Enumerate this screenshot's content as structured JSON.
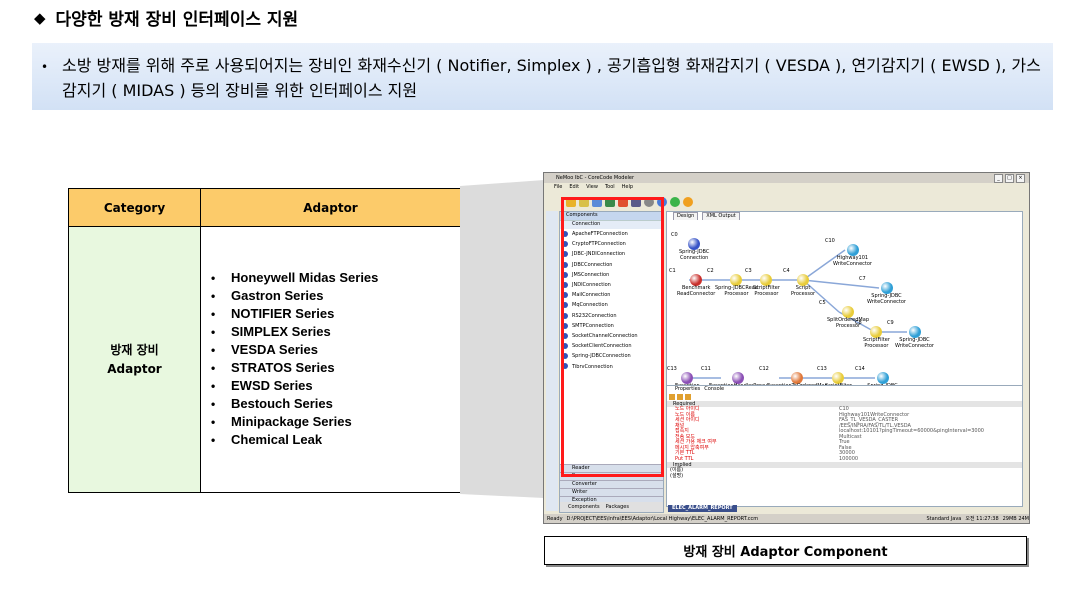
{
  "heading": {
    "marker": "◆",
    "text": "다양한 방재 장비 인터페이스 지원"
  },
  "summary": {
    "bullet": "•",
    "text": "소방 방재를 위해 주로 사용되어지는 장비인 화재수신기 ( Notifier, Simplex ) , 공기흡입형 화재감지기 ( VESDA ), 연기감지기 ( EWSD ), 가스감지기 ( MIDAS ) 등의 장비를 위한 인터페이스 지원"
  },
  "table": {
    "header_category": "Category",
    "header_adaptor": "Adaptor",
    "category_line1": "방재 장비",
    "category_line2": "Adaptor",
    "adaptors": [
      "Honeywell Midas Series",
      "Gastron Series",
      "NOTIFIER Series",
      "SIMPLEX Series",
      "VESDA Series",
      "STRATOS Series",
      "EWSD Series",
      "Bestouch Series",
      "Minipackage Series",
      "Chemical Leak"
    ]
  },
  "screenshot": {
    "window_title": "NeMoo IbC - CoreCode Modeler",
    "menu": [
      "File",
      "Edit",
      "View",
      "Tool",
      "Help"
    ],
    "palette": {
      "title": "Components",
      "section": "Connection",
      "items": [
        "ApacheFTPConnection",
        "CryptoFTPConnection",
        "JDBC-JNDIConnection",
        "JDBCConnection",
        "JMSConnection",
        "JNDIConnection",
        "MailConnection",
        "MqConnection",
        "RS232Connection",
        "SMTPConnection",
        "SocketChannelConnection",
        "SocketClientConnection",
        "Spring-JDBCConnection",
        "TibrvConnection"
      ],
      "bottom_sections": [
        "Reader",
        "Processor",
        "Converter",
        "Writer",
        "Exception"
      ],
      "tabs": [
        "Components",
        "Packages"
      ]
    },
    "canvas_tabs": [
      "Design",
      "XML Output"
    ],
    "nodes": [
      {
        "id": "C0",
        "label1": "Spring-JDBC",
        "label2": "Connection",
        "color": "#3753c7"
      },
      {
        "id": "C1",
        "label1": "Benchmark",
        "label2": "ReadConnector",
        "color": "#c9302c"
      },
      {
        "id": "C2",
        "label1": "Spring-JDBCRead",
        "label2": "Processor",
        "color": "#e8cc3a"
      },
      {
        "id": "C3",
        "label1": "ScriptFilter",
        "label2": "Processor",
        "color": "#e8cc3a"
      },
      {
        "id": "C4",
        "label1": "Script",
        "label2": "Processor",
        "color": "#e8cc3a"
      },
      {
        "id": "C10",
        "label1": "Highway101",
        "label2": "WriteConnector",
        "color": "#2f9fd6"
      },
      {
        "id": "C7",
        "label1": "Spring-JDBC",
        "label2": "WriteConnector",
        "color": "#2f9fd6"
      },
      {
        "id": "C5",
        "label1": "SplitOrderedMap",
        "label2": "Processor",
        "color": "#e8cc3a"
      },
      {
        "id": "C8",
        "label1": "ScriptFilter",
        "label2": "Processor",
        "color": "#e8cc3a"
      },
      {
        "id": "C9",
        "label1": "Spring-JDBC",
        "label2": "WriteConnector",
        "color": "#2f9fd6"
      },
      {
        "id": "C13",
        "label1": "Exception",
        "label2": "Processor",
        "color": "#8b4fb5"
      },
      {
        "id": "C11",
        "label1": "ExceptionHandlerProxy",
        "label2": "",
        "color": "#8b4fb5"
      },
      {
        "id": "C12",
        "label1": "ExceptionToOrderedMap",
        "label2": "Converter",
        "color": "#e0783a"
      },
      {
        "id": "C13b",
        "label1": "ScriptFilter",
        "label2": "Processor",
        "color": "#e8cc3a"
      },
      {
        "id": "C14",
        "label1": "Spring-JDBC",
        "label2": "WriteConnector",
        "color": "#2f9fd6"
      }
    ],
    "props_tabs": [
      "Properties",
      "Console"
    ],
    "props_required": "Required",
    "props_rows": [
      {
        "k": "노드 아이디",
        "v": "C10"
      },
      {
        "k": "노드 이름",
        "v": "Highway101WriteConnector"
      },
      {
        "k": "세션 아이디",
        "v": "FAS_TL_VESDA_CASTER"
      },
      {
        "k": "채널",
        "v": "/EES/INFRA/FAS/TL/TL.VESDA"
      },
      {
        "k": "접속지",
        "v": "localhost:10101?pingTimeout=60000&pingInterval=3000"
      },
      {
        "k": "전송 모드",
        "v": "Multicast"
      },
      {
        "k": "세션 가용 체크 여부",
        "v": "True"
      },
      {
        "k": "메시지 압축여부",
        "v": "False"
      },
      {
        "k": "기본 TTL",
        "v": "30000"
      },
      {
        "k": "Put TTL",
        "v": "100000"
      }
    ],
    "props_implied": "Implied",
    "props_footer1": "(이름)",
    "props_footer2": "(설명)",
    "file_tab": "ELEC_ALARM_REPORT",
    "status": {
      "ready": "Ready",
      "path": "D:\\PROJECT\\EES\\Infra\\EES\\Adaptor\\Local Highway\\ELEC_ALARM_REPORT.ccm",
      "java": "Standard Java",
      "time": "오전 11:27:38",
      "mem": "29MB 24M"
    }
  },
  "caption": "방재 장비 Adaptor Component"
}
